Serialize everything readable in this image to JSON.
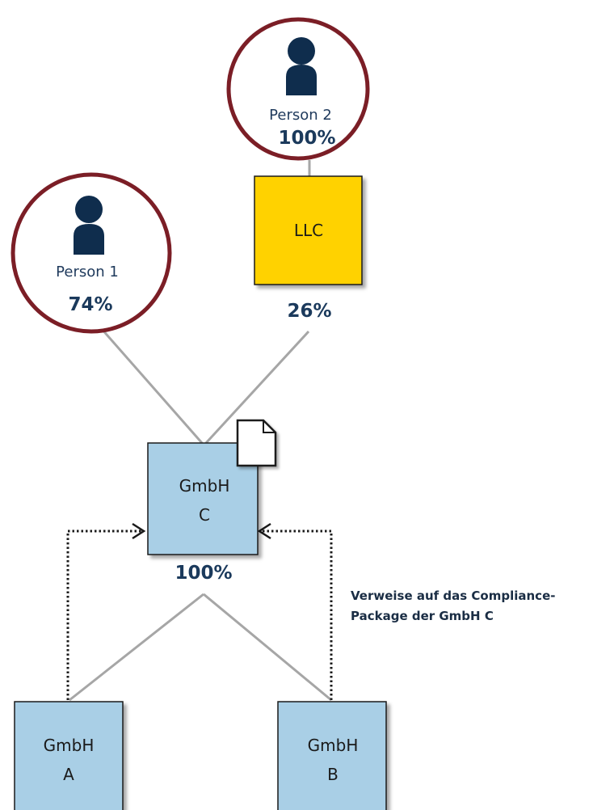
{
  "persons": [
    {
      "name": "Person 1",
      "share": "74%"
    },
    {
      "name": "Person 2",
      "share": "100%"
    }
  ],
  "llc": {
    "label": "LLC",
    "share": "26%"
  },
  "gmbh_c": {
    "line1": "GmbH",
    "line2": "C",
    "share": "100%"
  },
  "gmbh_a": {
    "line1": "GmbH",
    "line2": "A"
  },
  "gmbh_b": {
    "line1": "GmbH",
    "line2": "B"
  },
  "note": {
    "line1": "Verweise auf das Compliance-",
    "line2": "Package der GmbH C"
  },
  "colors": {
    "person_ring": "#7b1e26",
    "person_icon": "#0f2d4d",
    "llc_fill": "#ffd200",
    "gmbh_fill": "#a9cfe6",
    "connector": "#a6a6a6",
    "reference": "#1a1a1a"
  }
}
